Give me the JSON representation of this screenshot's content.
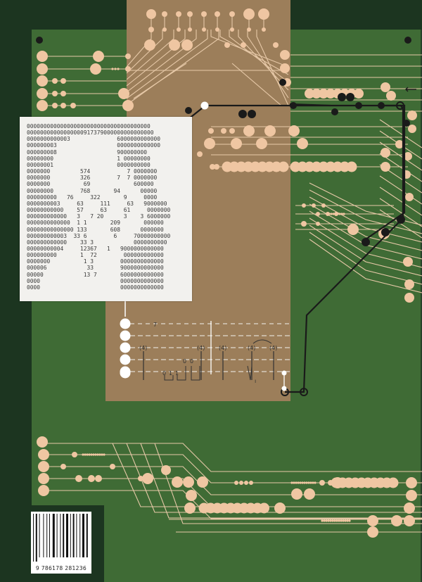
{
  "colors": {
    "board_dark": "#1c3520",
    "board_green": "#3f6b35",
    "tan_strip": "#9c7e5a",
    "node_peach": "#efc6a2",
    "trace_light": "#e7c9a8",
    "trace_black": "#1a1a1a",
    "paper": "#f2f1ee",
    "barcode_bg": "#ffffff"
  },
  "matrix_lines": [
    "0000000000000000000000000000000000000",
    "00000000000000000917379000000000000000",
    "0000000000003              6000000000000",
    "000000003                  0000000000000",
    "000000008                  900000000",
    "00000000                   1 00000000",
    "00000001                   0000000000",
    "0000000         574           7 0000000",
    "0000000         326        7  7 0000000",
    "0000000          69             600000",
    "00000000        768       94      00000",
    "000000000   76     322       9     0000",
    "0000000003     63     111     63   9000000",
    "00000000000    57     63     61     0000000",
    "000000000000   3   7 20      3    3 6000000",
    "0000000000000  1 1       209       000000",
    "00000000000000 133       608      0000000",
    "000000000003  33 6        6     70000000000",
    "000000000000    33 3            0000000000",
    "00000000004     12367   1   9000000000000",
    "000000000       1  72        000000000000",
    "0000000          1 3        0000000000000",
    "000006            33        9000000000000",
    "00000            13 7       6000000000000",
    "0000                        0000000000000",
    "0000                        0000000000000"
  ],
  "staff": {
    "tie_number": "7",
    "tuplet_labels": [
      "(4)",
      "(4)",
      "(4)",
      "(4)",
      "(4)"
    ],
    "fret_numbers": [
      "0",
      "1",
      "1",
      "0",
      "0"
    ],
    "hook_glyph": "↽",
    "small_mark": "ı"
  },
  "barcode": {
    "isbn": "9 786178 281236"
  }
}
